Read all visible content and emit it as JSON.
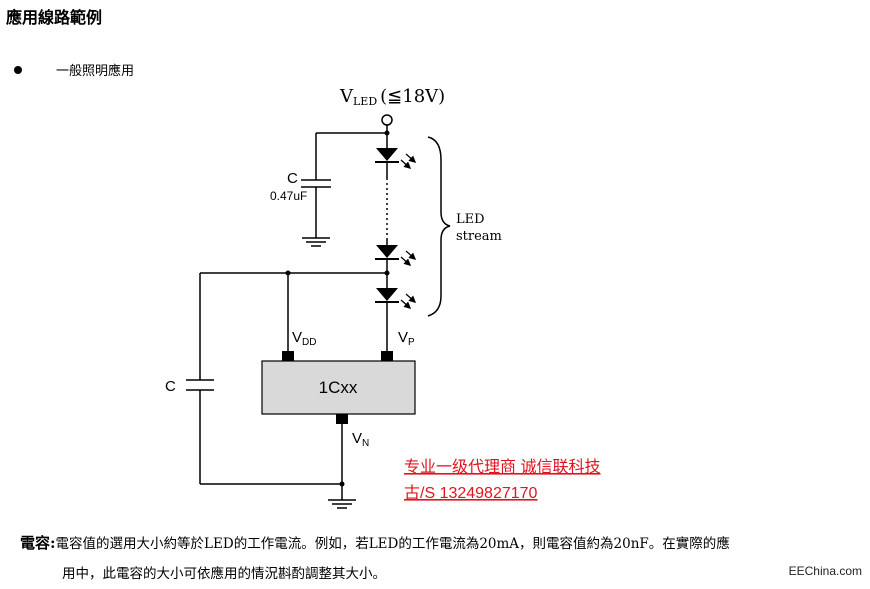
{
  "heading": "應用線路範例",
  "bullet": "一般照明應用",
  "diagram": {
    "vled_main": "V",
    "vled_sub": "LED",
    "vled_range": "(≦18V)",
    "cap_top_label": "C",
    "cap_top_value": "0.47uF",
    "led_label_1": "LED",
    "led_label_2": "stream",
    "cap_left_label": "C",
    "vdd_main": "V",
    "vdd_sub": "DD",
    "vp_main": "V",
    "vp_sub": "P",
    "vn_main": "V",
    "vn_sub": "N",
    "ic_label": "1Cxx",
    "promo_line1": "专业一级代理商 诚信联科技",
    "promo_line2": "古/S 13249827170"
  },
  "note": {
    "title": "電容:",
    "line1": "電容值的選用大小約等於LED的工作電流。例如，若LED的工作電流為20mA，則電容值約為20nF。在實際的應",
    "line2": "用中，此電容的大小可依應用的情況斟酌調整其大小。"
  },
  "watermark": "EEChina.com",
  "colors": {
    "promo": "#e0141e",
    "ic_fill": "#d9d9d9"
  }
}
